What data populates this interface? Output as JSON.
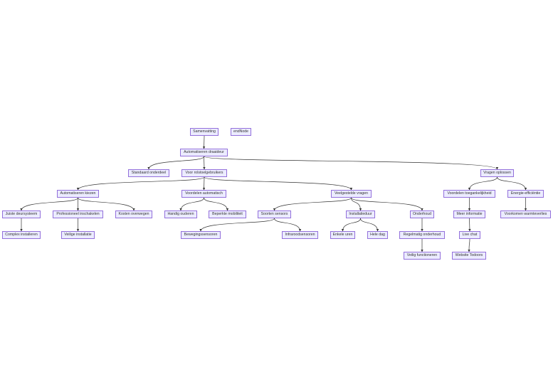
{
  "diagram": {
    "type": "flowchart",
    "colors": {
      "node_fill": "#ececff",
      "node_border": "#9370db",
      "edge": "#333333",
      "text": "#333333"
    },
    "nodes": {
      "samenvatting": "Samenvatting",
      "endnode": "endNode",
      "automatiseren": "Automatiseren draaideur",
      "standaard": "Standaard onderdeel",
      "rolstoel": "Voor rolstoelgebruikers",
      "vragen": "Vragen oplossen",
      "kiezen": "Automatiseren kiezen",
      "voordelen_auto": "Voordelen automatisch",
      "veelgestelde": "Veelgestelde vragen",
      "toegankelijkheid": "Voordelen toegankelijkheid",
      "energie": "Energie-efficiëntie",
      "deursysteem": "Juiste deursysteem",
      "professioneel": "Professioneel inschakelen",
      "kosten": "Kosten overwegen",
      "handig": "Handig ouderen",
      "mobiliteit": "Beperkte mobiliteit",
      "sensors": "Soorten sensors",
      "installatieduur": "Installatieduur",
      "onderhoud": "Onderhoud",
      "meer_info": "Meer informatie",
      "warmte": "Voorkomen warmteverlies",
      "complex": "Complex installeren",
      "veilige": "Veilige installatie",
      "beweging": "Bewegingssensoren",
      "infrarood": "Infraroodsensoren",
      "enkele": "Enkele uren",
      "hele_dag": "Hele dag",
      "regelmatig": "Regelmatig onderhoud",
      "live_chat": "Live chat",
      "veilig_func": "Veilig functioneren",
      "website": "Website Todoors"
    },
    "edges": [
      [
        "samenvatting",
        "automatiseren"
      ],
      [
        "automatiseren",
        "standaard"
      ],
      [
        "automatiseren",
        "rolstoel"
      ],
      [
        "automatiseren",
        "vragen"
      ],
      [
        "rolstoel",
        "kiezen"
      ],
      [
        "rolstoel",
        "voordelen_auto"
      ],
      [
        "rolstoel",
        "veelgestelde"
      ],
      [
        "vragen",
        "toegankelijkheid"
      ],
      [
        "vragen",
        "energie"
      ],
      [
        "kiezen",
        "deursysteem"
      ],
      [
        "kiezen",
        "professioneel"
      ],
      [
        "kiezen",
        "kosten"
      ],
      [
        "voordelen_auto",
        "handig"
      ],
      [
        "voordelen_auto",
        "mobiliteit"
      ],
      [
        "veelgestelde",
        "sensors"
      ],
      [
        "veelgestelde",
        "installatieduur"
      ],
      [
        "veelgestelde",
        "onderhoud"
      ],
      [
        "toegankelijkheid",
        "meer_info"
      ],
      [
        "energie",
        "warmte"
      ],
      [
        "deursysteem",
        "complex"
      ],
      [
        "professioneel",
        "veilige"
      ],
      [
        "sensors",
        "beweging"
      ],
      [
        "sensors",
        "infrarood"
      ],
      [
        "installatieduur",
        "enkele"
      ],
      [
        "installatieduur",
        "hele_dag"
      ],
      [
        "onderhoud",
        "regelmatig"
      ],
      [
        "regelmatig",
        "veilig_func"
      ],
      [
        "meer_info",
        "live_chat"
      ],
      [
        "live_chat",
        "website"
      ]
    ]
  }
}
